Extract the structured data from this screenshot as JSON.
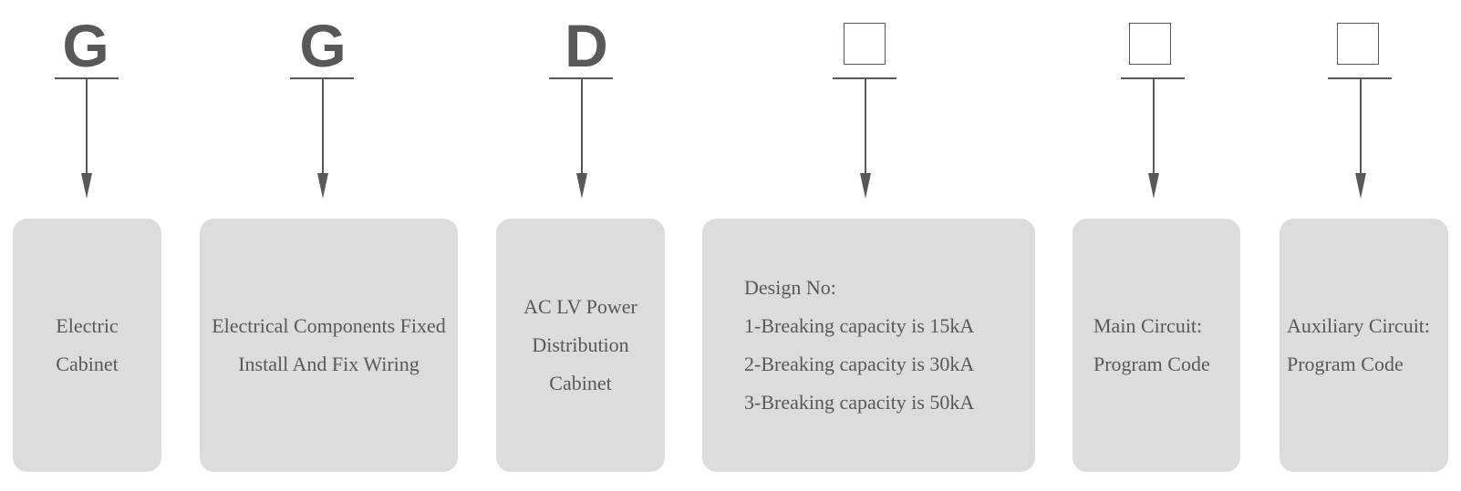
{
  "columns": [
    {
      "code": "G",
      "lines": [
        "Electric",
        "Cabinet"
      ]
    },
    {
      "code": "G",
      "lines": [
        "Electrical Components Fixed",
        "Install And Fix Wiring"
      ]
    },
    {
      "code": "D",
      "lines": [
        "AC LV Power",
        "Distribution",
        "Cabinet"
      ]
    },
    {
      "code": "",
      "lines": [
        "Design No:",
        "1-Breaking capacity is 15kA",
        "2-Breaking capacity is 30kA",
        "3-Breaking capacity is 50kA"
      ]
    },
    {
      "code": "",
      "lines": [
        "Main Circuit:",
        "Program Code"
      ]
    },
    {
      "code": "",
      "lines": [
        "Auxiliary Circuit:",
        "Program Code"
      ]
    }
  ],
  "colors": {
    "stroke": "#58585a",
    "box_fill": "#dcdcdd",
    "text": "#58585a"
  }
}
